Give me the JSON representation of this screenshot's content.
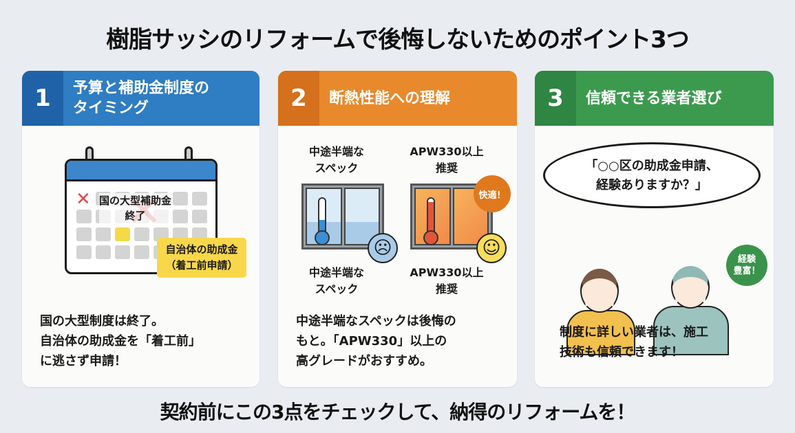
{
  "title": "樹脂サッシのリフォームで後悔しないためのポイント3つ",
  "footer": "契約前にこの3点をチェックして、納得のリフォームを！",
  "colors": {
    "blue": "#2f7dc2",
    "orange": "#e8892c",
    "green": "#3c9a4f",
    "background": "#e9edf1"
  },
  "cards": [
    {
      "number": "1",
      "title": "予算と補助金制度の\nタイミング",
      "illustration": {
        "icon": "calendar-icon",
        "national_label": "国の大型補助金\n終了",
        "local_label": "自治体の助成金\n（着工前申請）"
      },
      "text": "国の大型制度は終了。\n自治体の助成金を「着工前」\nに逃さず申請！"
    },
    {
      "number": "2",
      "title": "断熱性能への理解",
      "illustration": {
        "left_top": "中途半端な\nスペック",
        "right_top": "APW330以上\n推奨",
        "left_bottom": "中途半端な\nスペック",
        "right_bottom": "APW330以上\n推奨",
        "badge": "快適！",
        "sad_face": "☹",
        "happy_face": "☺"
      },
      "text": "中途半端なスペックは後悔の\nもと。「APW330」以上の\n高グレードがおすすめ。"
    },
    {
      "number": "3",
      "title": "信頼できる業者選び",
      "illustration": {
        "speech": "「○○区の助成金申請、\n経験ありますか？」",
        "badge": "経験\n豊富！"
      },
      "text": "制度に詳しい業者は、施工\n技術も信頼できます！"
    }
  ]
}
